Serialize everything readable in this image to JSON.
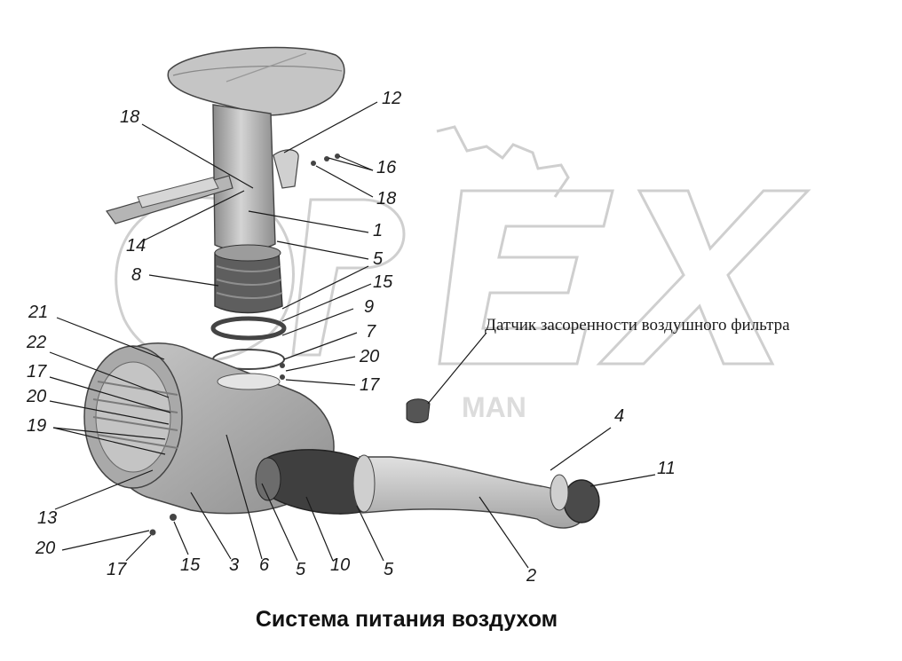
{
  "title": "Система питания воздухом",
  "sensor_label": "Датчик засоренности воздушного фильтра",
  "watermark": "OPEX",
  "colors": {
    "part_fill": "#b9b9b9",
    "part_dark": "#6d6d6d",
    "line": "#1a1a1a",
    "watermark": "#cfcfcf"
  },
  "callouts": [
    {
      "id": "c-18-top",
      "text": "18"
    },
    {
      "id": "c-12",
      "text": "12"
    },
    {
      "id": "c-16",
      "text": "16"
    },
    {
      "id": "c-18-right",
      "text": "18"
    },
    {
      "id": "c-14",
      "text": "14"
    },
    {
      "id": "c-1",
      "text": "1"
    },
    {
      "id": "c-5-a",
      "text": "5"
    },
    {
      "id": "c-8",
      "text": "8"
    },
    {
      "id": "c-15-a",
      "text": "15"
    },
    {
      "id": "c-9",
      "text": "9"
    },
    {
      "id": "c-21",
      "text": "21"
    },
    {
      "id": "c-7",
      "text": "7"
    },
    {
      "id": "c-22",
      "text": "22"
    },
    {
      "id": "c-20-a",
      "text": "20"
    },
    {
      "id": "c-17-a",
      "text": "17"
    },
    {
      "id": "c-17-b",
      "text": "17"
    },
    {
      "id": "c-20-b",
      "text": "20"
    },
    {
      "id": "c-19",
      "text": "19"
    },
    {
      "id": "c-4",
      "text": "4"
    },
    {
      "id": "c-11",
      "text": "11"
    },
    {
      "id": "c-13",
      "text": "13"
    },
    {
      "id": "c-20-c",
      "text": "20"
    },
    {
      "id": "c-17-c",
      "text": "17"
    },
    {
      "id": "c-15-b",
      "text": "15"
    },
    {
      "id": "c-3",
      "text": "3"
    },
    {
      "id": "c-6",
      "text": "6"
    },
    {
      "id": "c-5-b",
      "text": "5"
    },
    {
      "id": "c-10",
      "text": "10"
    },
    {
      "id": "c-5-c",
      "text": "5"
    },
    {
      "id": "c-2",
      "text": "2"
    }
  ]
}
